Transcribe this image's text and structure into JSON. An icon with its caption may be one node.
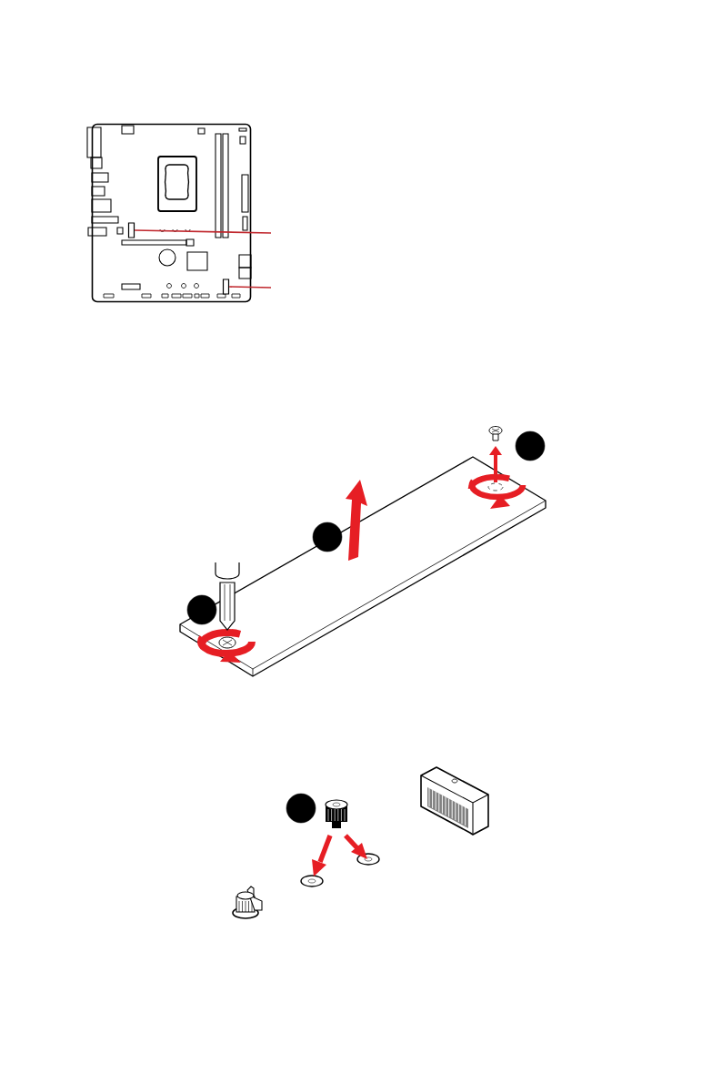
{
  "diagram": {
    "nodes": [
      {
        "text": [],
        "shape": "picture"
      },
      {
        "text": [],
        "shape": "box",
        "in": 0
      },
      {
        "text": [],
        "shape": "box",
        "in": 0
      },
      {
        "text": [],
        "shape": "circle"
      },
      {
        "text": [],
        "shape": "circle"
      },
      {
        "text": [],
        "shape": "circle"
      },
      {
        "text": [],
        "shape": "circle"
      }
    ],
    "edges": [
      {
        "from": 1,
        "to": null,
        "arrow": "none",
        "color": "#c0272d"
      },
      {
        "from": 2,
        "to": null,
        "arrow": "none",
        "color": "#c0272d"
      }
    ]
  }
}
